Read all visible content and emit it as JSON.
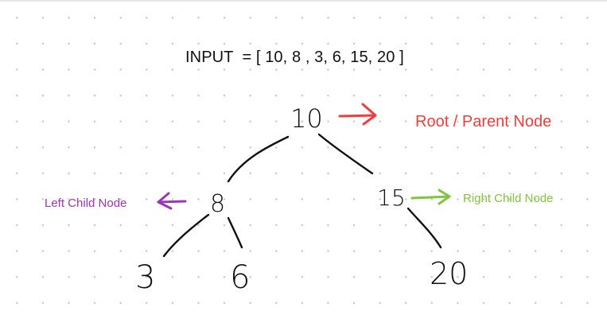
{
  "input": {
    "label": "INPUT  = [ 10, 8 , 3, 6, 15, 20 ]"
  },
  "tree": {
    "root": "10",
    "left": "8",
    "right": "15",
    "left_left": "3",
    "left_right": "6",
    "right_right": "20"
  },
  "annotations": {
    "root_label": "Root / Parent Node",
    "left_label": "Left Child Node",
    "right_label": "Right Child Node"
  },
  "colors": {
    "root_annotation": "#f03e3e",
    "left_annotation": "#9c36b5",
    "right_annotation": "#82c341",
    "ink": "#111111"
  }
}
